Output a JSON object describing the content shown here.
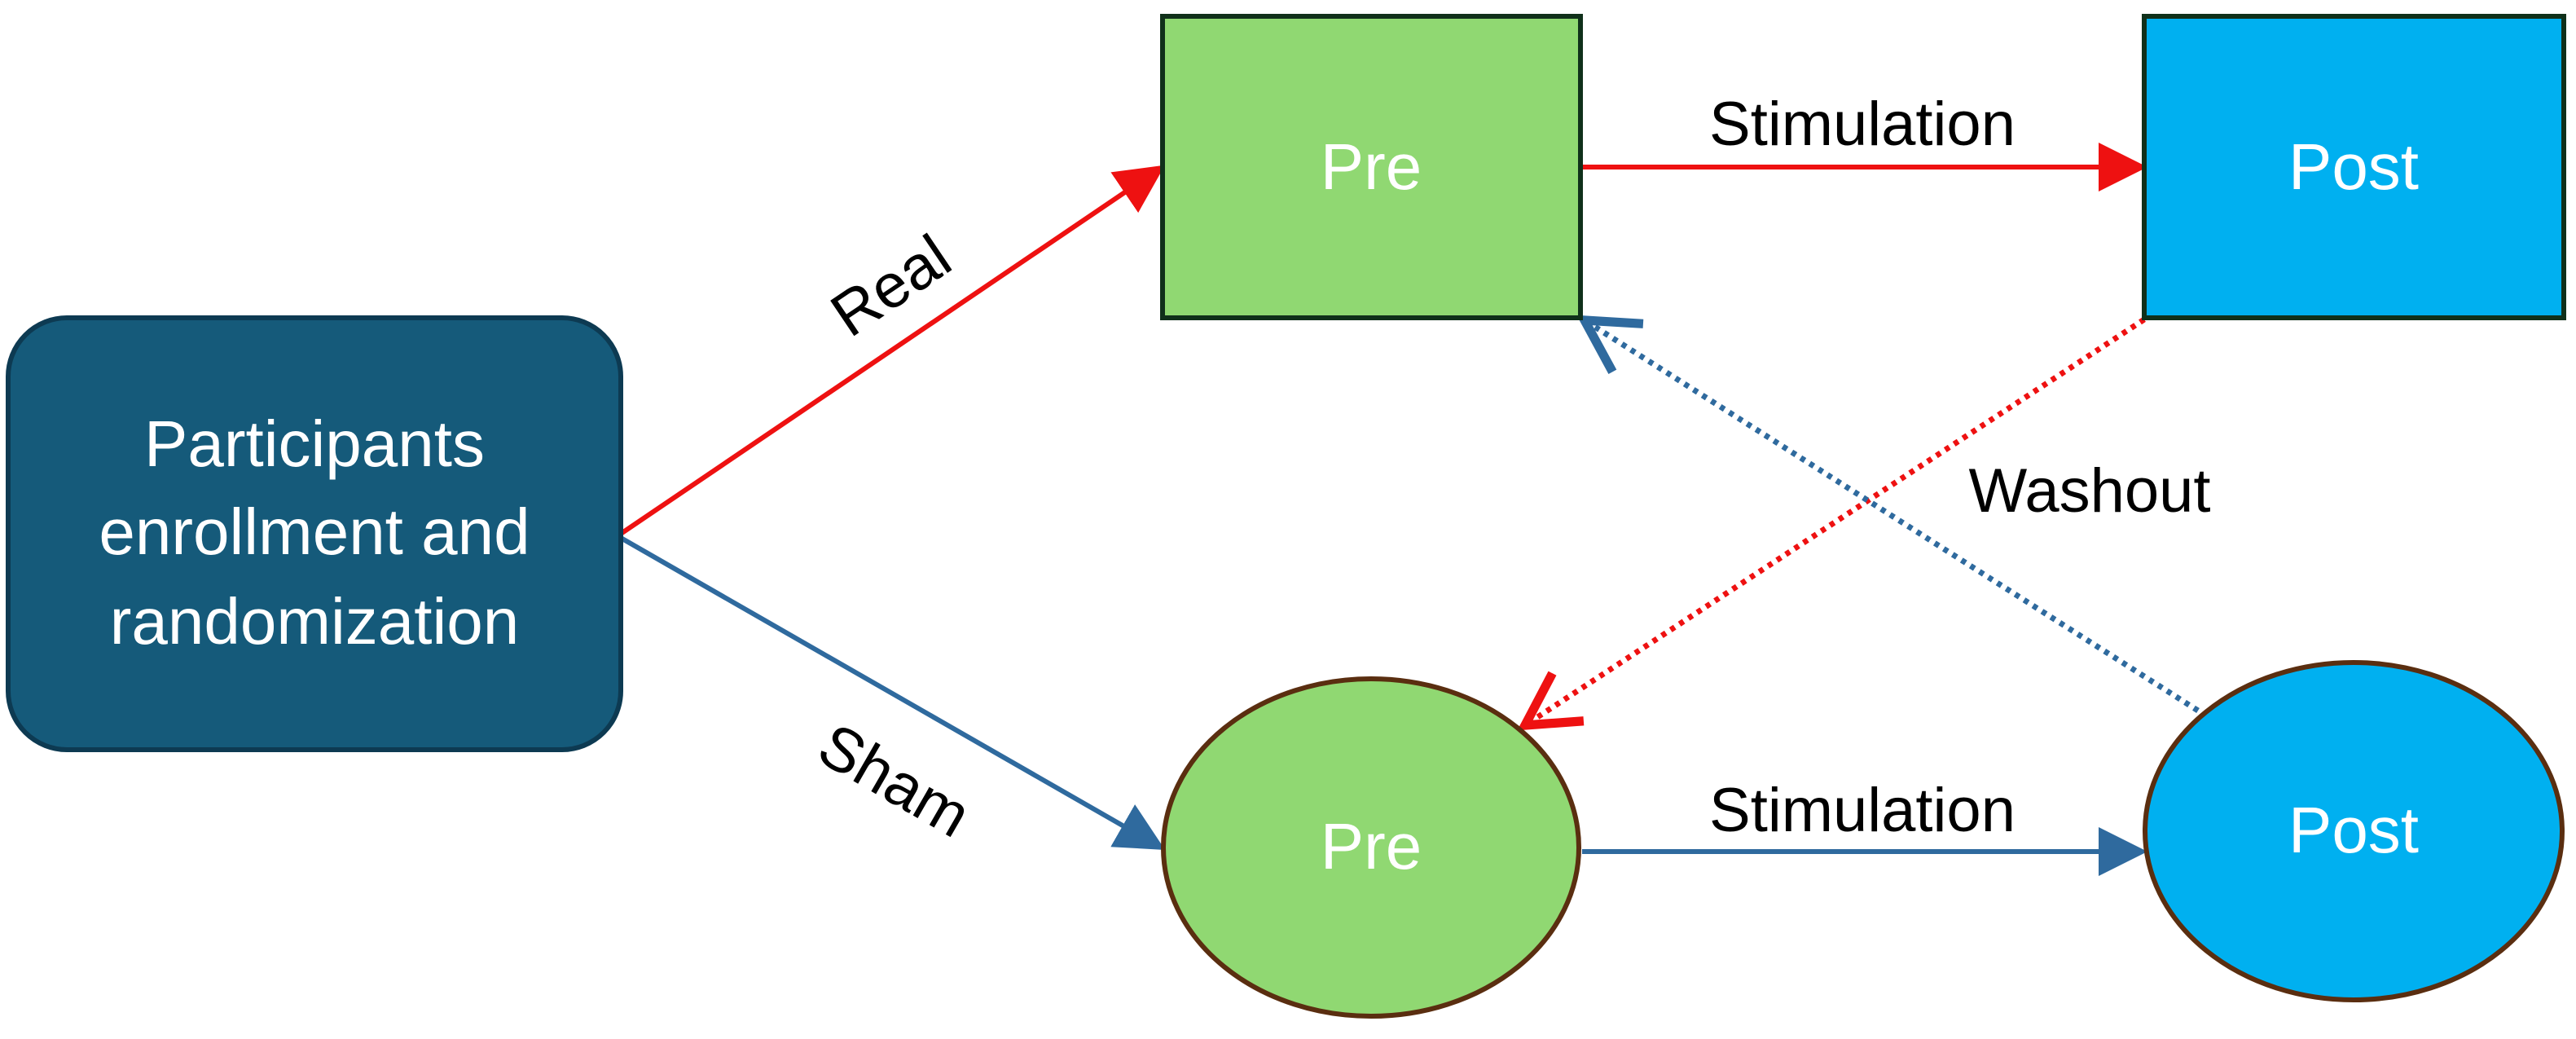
{
  "nodes": {
    "participants": {
      "lines": [
        "Participants",
        "enrollment and",
        "randomization"
      ],
      "fill": "#155a7a",
      "stroke": "#0d3a52"
    },
    "pre_real": {
      "label": "Pre",
      "fill": "#90d872",
      "stroke": "#10301a"
    },
    "post_real": {
      "label": "Post",
      "fill": "#00b0f0",
      "stroke": "#10301a"
    },
    "pre_sham": {
      "label": "Pre",
      "fill": "#90d872",
      "stroke": "#5a2e10"
    },
    "post_sham": {
      "label": "Post",
      "fill": "#00b0f0",
      "stroke": "#5a2e10"
    }
  },
  "edges": {
    "real": {
      "label": "Real",
      "color": "#ee1111"
    },
    "sham": {
      "label": "Sham",
      "color": "#2f6a9e"
    },
    "stimulation_real": {
      "label": "Stimulation",
      "color": "#ee1111"
    },
    "stimulation_sham": {
      "label": "Stimulation",
      "color": "#2f6a9e"
    },
    "washout": {
      "label": "Washout"
    }
  }
}
